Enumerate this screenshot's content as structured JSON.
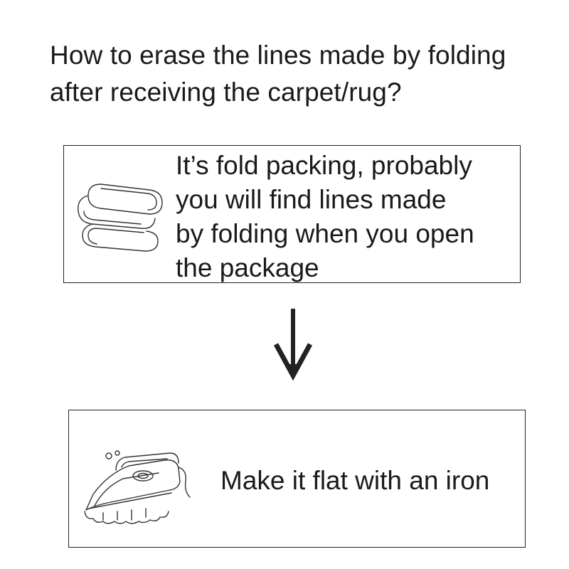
{
  "title": {
    "line1": "How to erase the lines made by folding",
    "line2": "after receiving the carpet/rug?"
  },
  "step1": {
    "icon": "folded-rug-icon",
    "lines": [
      "It’s fold packing, probably",
      "you will find lines made",
      "by folding when you open",
      "the package"
    ]
  },
  "arrow": {
    "icon": "down-arrow-icon"
  },
  "step2": {
    "icon": "steam-iron-icon",
    "text": "Make it flat with an iron"
  }
}
